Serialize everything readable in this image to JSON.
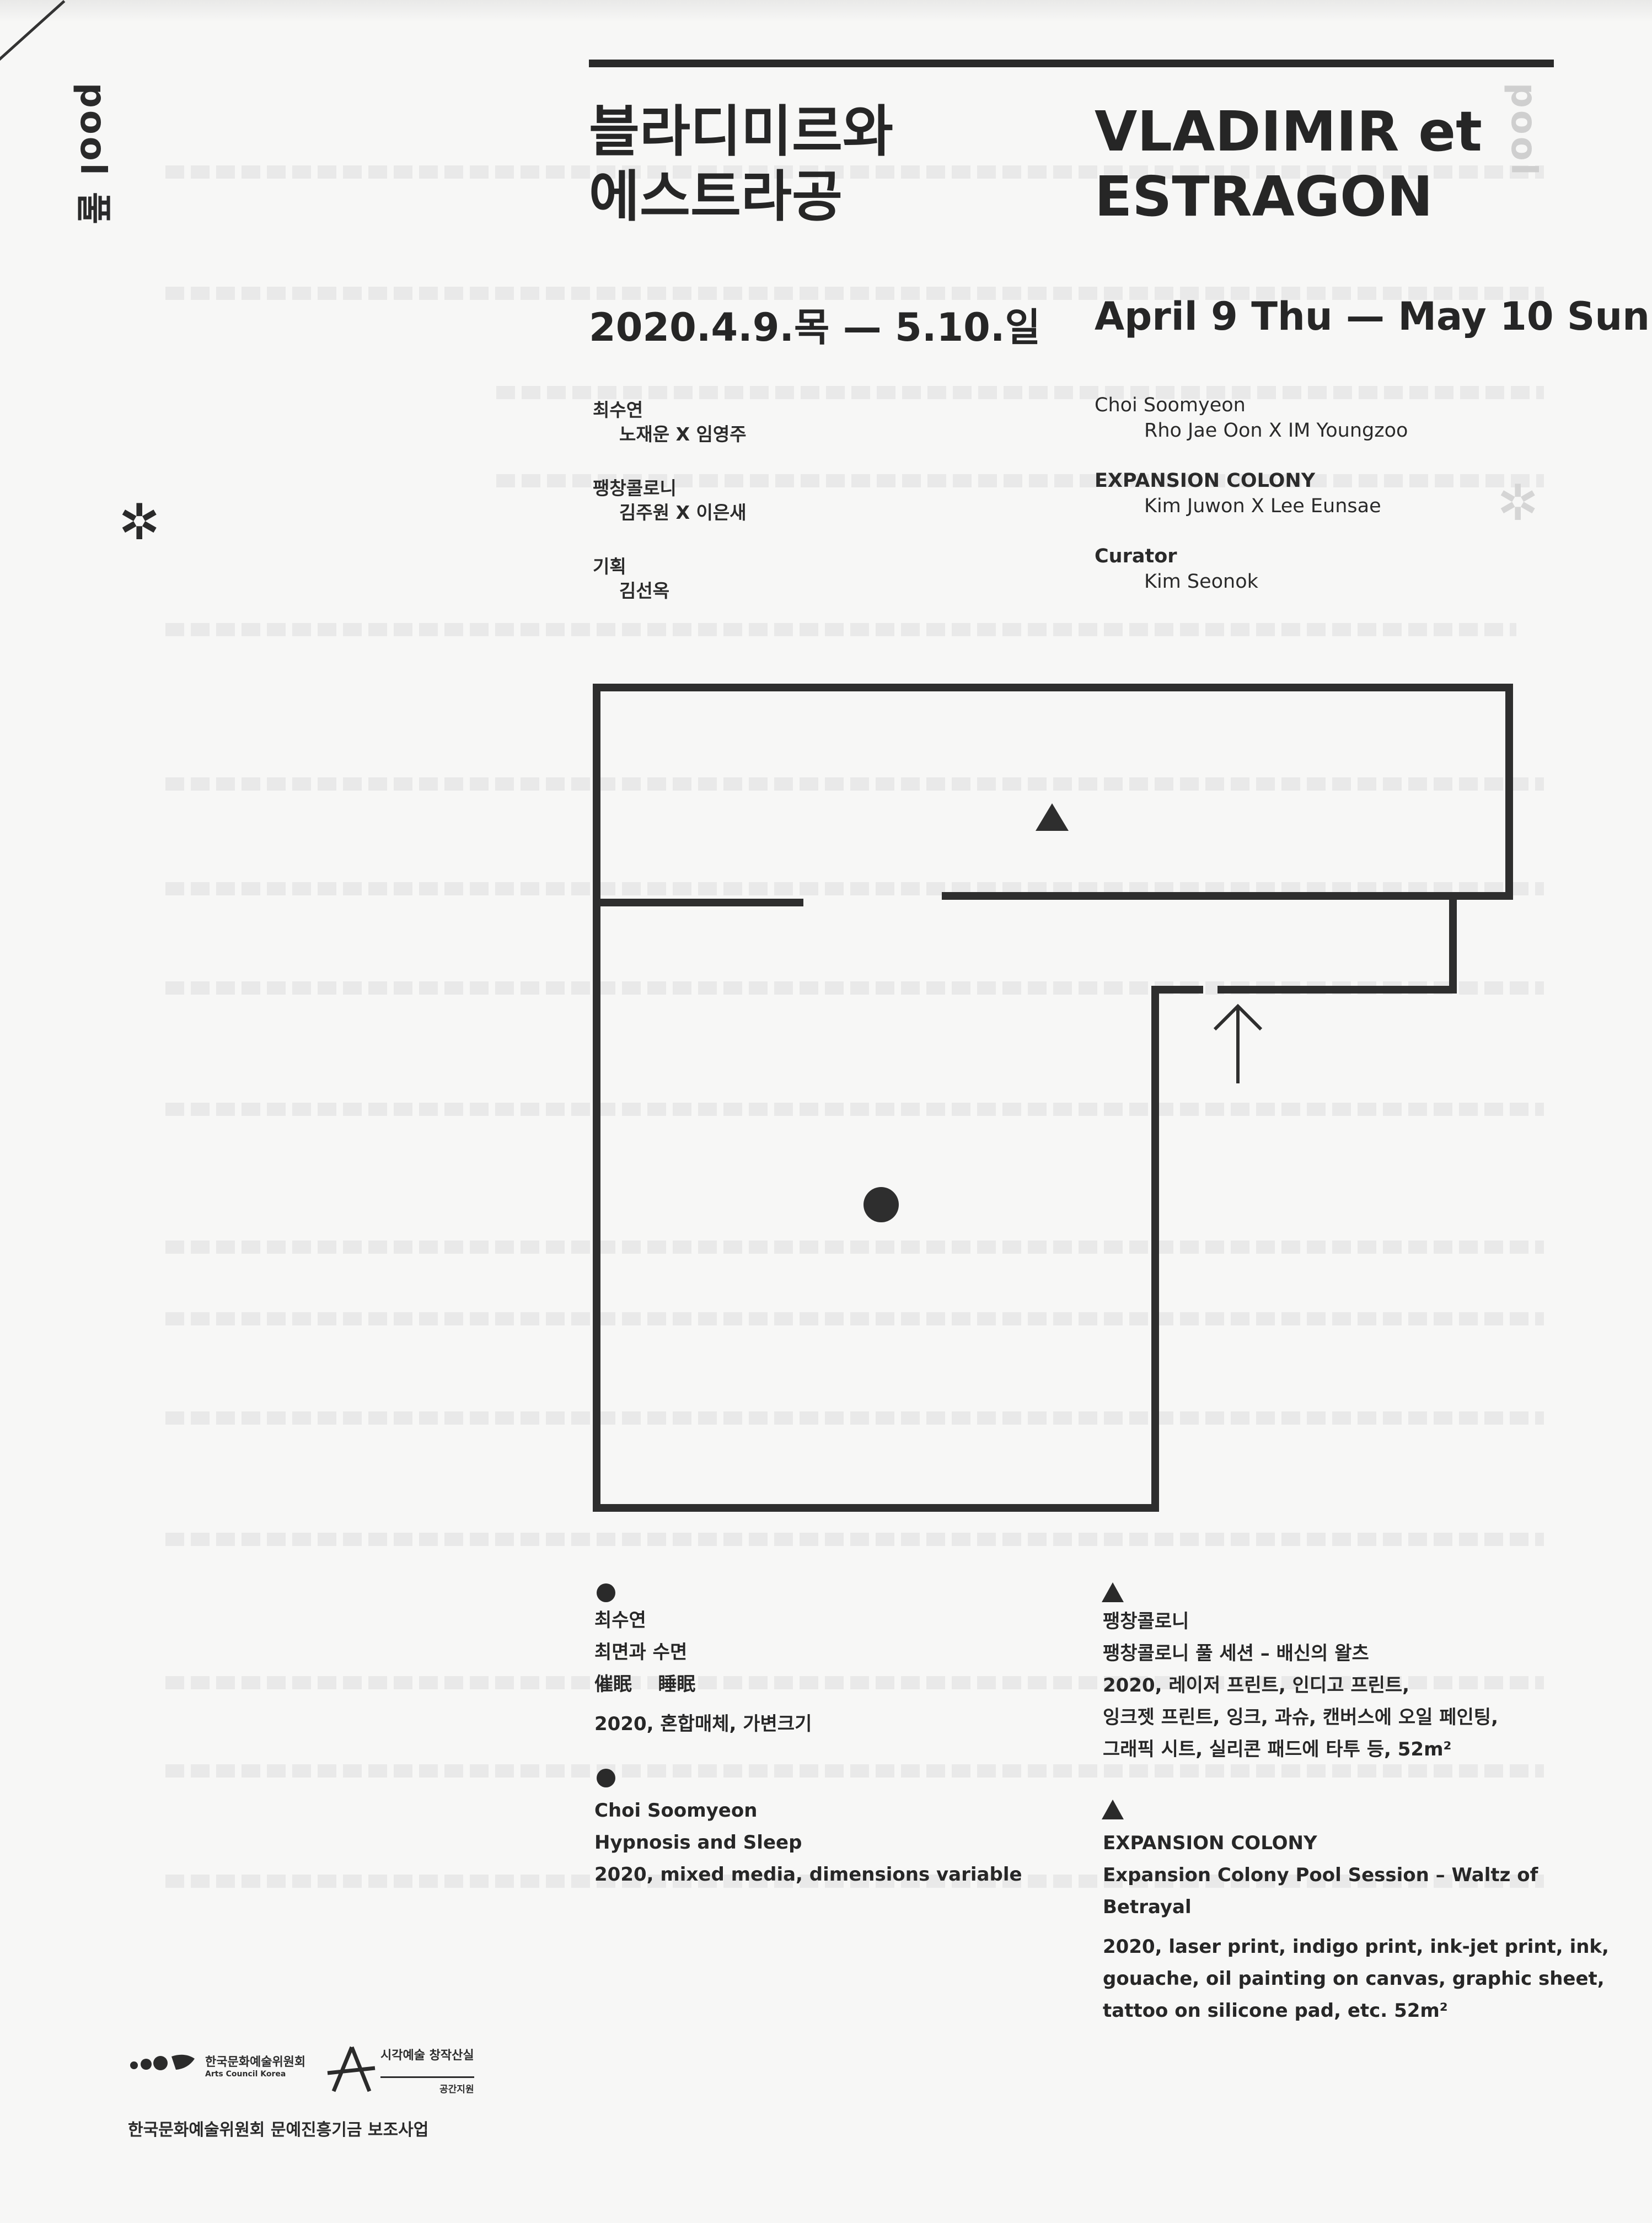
{
  "sidebar": {
    "logo_text": "pool 풀",
    "right_logo_text": "pool"
  },
  "title": {
    "ko_line1": "블라디미르와",
    "ko_line2": "에스트라공",
    "en_line1": "VLADIMIR et",
    "en_line2": "ESTRAGON"
  },
  "dates": {
    "ko": "2020.4.9.목 — 5.10.일",
    "en": "April 9 Thu —  May 10 Sun"
  },
  "credits_ko": [
    {
      "label": "최수연",
      "name": "노재운 X 임영주"
    },
    {
      "label": "팽창콜로니",
      "name": "김주원 X 이은새"
    },
    {
      "label": "기획",
      "name": "김선옥"
    }
  ],
  "credits_en": [
    {
      "label": "Choi Soomyeon",
      "name": "Rho Jae Oon X IM Youngzoo"
    },
    {
      "label": "EXPANSION COLONY",
      "name": "Kim Juwon X Lee Eunsae"
    },
    {
      "label": "Curator",
      "name": "Kim Seonok"
    }
  ],
  "works_left": {
    "ko": {
      "artist": "최수연",
      "title": "최면과 수면",
      "hanja": "催眠    睡眠",
      "details": "2020, 혼합매체, 가변크기"
    },
    "en": {
      "artist": "Choi Soomyeon",
      "title": "Hypnosis and Sleep",
      "details": "2020, mixed media, dimensions variable"
    }
  },
  "works_right": {
    "ko": {
      "artist": "팽창콜로니",
      "title": "팽창콜로니 풀 세션 – 배신의 왈츠",
      "details_line1": "2020, 레이저 프린트, 인디고 프린트,",
      "details_line2": "잉크젯 프린트, 잉크, 과슈, 캔버스에 오일 페인팅,",
      "details_line3": "그래픽 시트, 실리콘 패드에 타투 등, 52m²"
    },
    "en": {
      "artist": "EXPANSION COLONY",
      "title_line1": "Expansion Colony Pool Session – Waltz of",
      "title_line2": "Betrayal",
      "details_line1": "2020, laser print, indigo print, ink-jet print, ink,",
      "details_line2": "gouache, oil painting on canvas, graphic sheet,",
      "details_line3": "tattoo on silicone pad, etc. 52m²"
    }
  },
  "footer": {
    "arko_ko": "한국문화예술위원회",
    "arko_en": "Arts Council Korea",
    "studio_line1": "시각예술 창작산실",
    "studio_line2": "공간지원",
    "support": "한국문화예술위원회 문예진흥기금 보조사업"
  },
  "icons": {
    "asterisk": "✲",
    "triangle": "▲",
    "dot": "●",
    "arrow": "up-arrow"
  }
}
